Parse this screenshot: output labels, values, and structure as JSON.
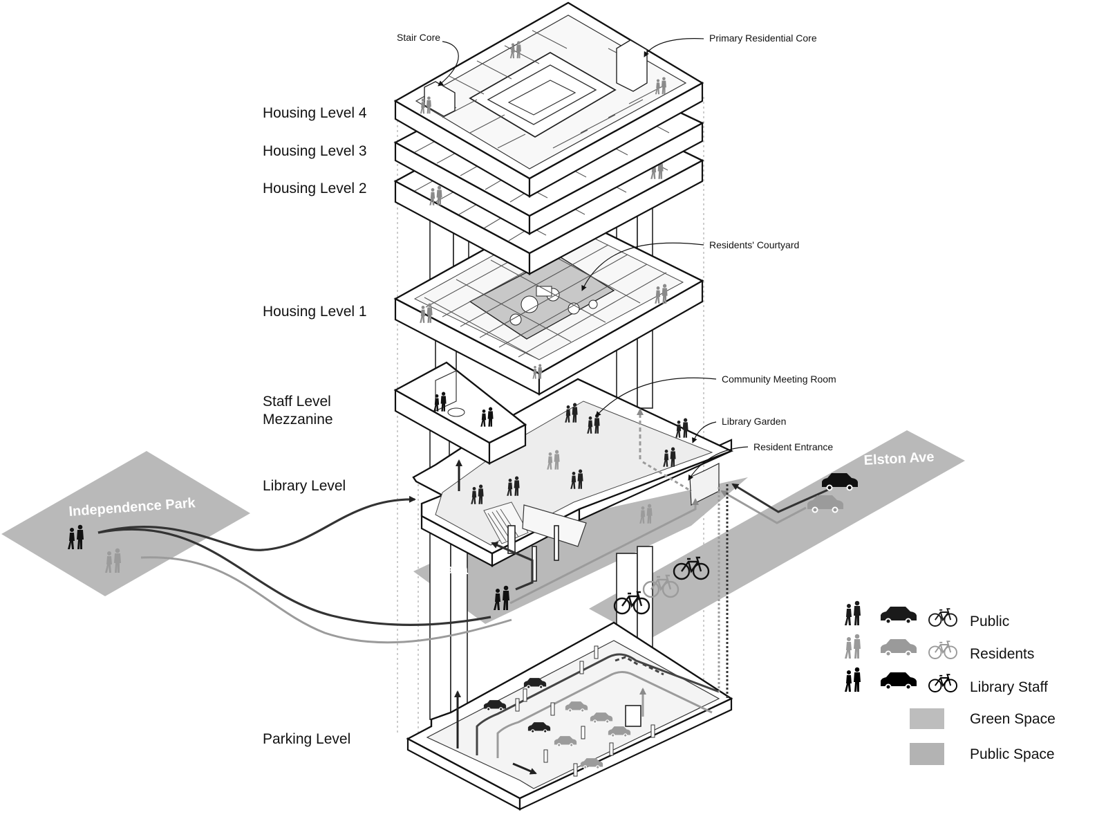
{
  "levels": {
    "housing4": "Housing Level 4",
    "housing3": "Housing Level 3",
    "housing2": "Housing Level 2",
    "housing1": "Housing Level 1",
    "staff_line1": "Staff Level",
    "staff_line2": "Mezzanine",
    "library": "Library Level",
    "parking": "Parking Level"
  },
  "callouts": {
    "stair_core": "Stair Core",
    "primary_core": "Primary Residential Core",
    "courtyard": "Residents' Courtyard",
    "meeting_room": "Community Meeting Room",
    "library_garden": "Library Garden",
    "resident_entrance": "Resident Entrance"
  },
  "zones": {
    "park": "Independence Park",
    "plaza": "Plaza",
    "street": "Elston Ave"
  },
  "legend": {
    "public": "Public",
    "residents": "Residents",
    "staff": "Library Staff",
    "green": "Green Space",
    "public_space": "Public Space"
  },
  "colors": {
    "public": "#1a1a1a",
    "residents": "#9a9a9a",
    "staff": "#000000",
    "green_space": "#bdbdbd",
    "public_space": "#b3b3b3",
    "zone_fill": "#b9b9b9",
    "courtyard_fill": "#c8c8c8"
  }
}
